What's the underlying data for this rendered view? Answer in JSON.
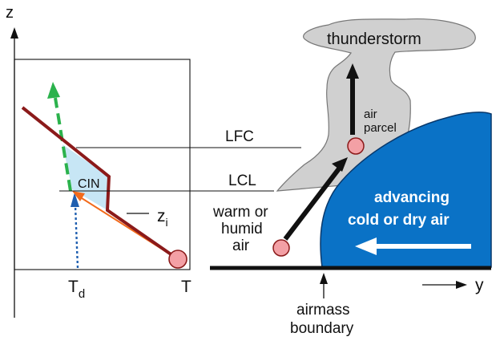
{
  "axes": {
    "z_label": "z",
    "y_label": "y"
  },
  "sounding": {
    "cin_label": "CIN",
    "zi_label": "z",
    "zi_subscript": "i",
    "td_label": "T",
    "td_subscript": "d",
    "t_label": "T"
  },
  "levels": {
    "lfc": "LFC",
    "lcl": "LCL"
  },
  "scene": {
    "cloud_label": "thunderstorm",
    "parcel_label_line1": "air",
    "parcel_label_line2": "parcel",
    "warm_air_line1": "warm or",
    "warm_air_line2": "humid",
    "warm_air_line3": "air",
    "cold_air_line1": "advancing",
    "cold_air_line2": "cold or dry air",
    "boundary_line1": "airmass",
    "boundary_line2": "boundary"
  },
  "colors": {
    "environment_curve": "#8b1a1a",
    "parcel_path": "#f26a1b",
    "moist_adiabat": "#2bb24c",
    "dewpoint_path": "#1f5fb0",
    "cin_fill": "#c7e6f5",
    "cold_air": "#0a72c6",
    "cloud": "#d0d0d0",
    "parcel_dot": "#f3a0a5"
  }
}
